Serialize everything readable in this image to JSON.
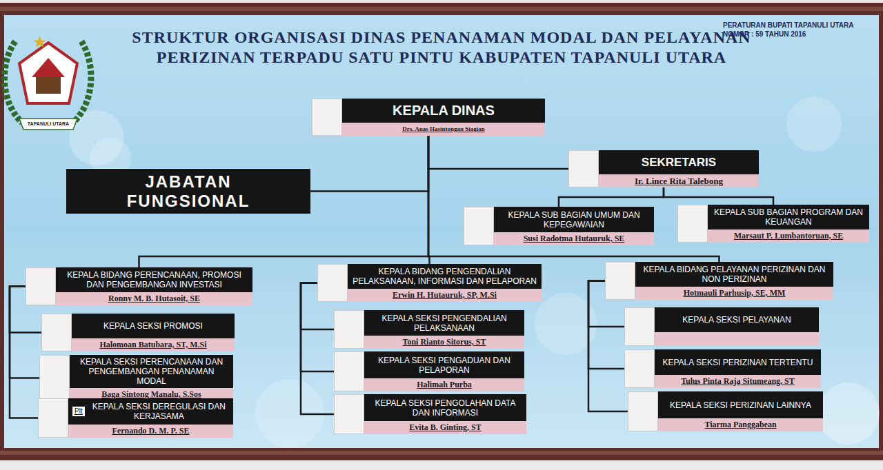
{
  "diagram": {
    "title": "STRUKTUR ORGANISASI DINAS PENANAMAN MODAL DAN PELAYANAN PERIZINAN TERPADU SATU PINTU KABUPATEN TAPANULI UTARA",
    "nodes": [
      {
        "text": [
          "KEPALA DINAS",
          "Drs. Anas Hasintongan Siagian"
        ]
      },
      {
        "text": [
          "SEKRETARIS",
          "Ir. Lince Rita Talebong"
        ]
      },
      {
        "text": [
          "JABATAN FUNGSIONAL"
        ]
      },
      {
        "text": [
          "KEPALA SUB BAGIAN UMUM DAN KEPEGAWAIAN",
          "Susi Radotma Hutauruk, SE"
        ]
      },
      {
        "text": [
          "KEPALA SUB BAGIAN PROGRAM DAN KEUANGAN",
          "Marsaut P. Lumbantoruan, SE"
        ]
      },
      {
        "text": [
          "KEPALA BIDANG PERENCANAAN, PROMOSI DAN PENGEMBANGAN INVESTASI",
          "Ronny M. B. Hutasoit, SE"
        ]
      },
      {
        "text": [
          "KEPALA BIDANG PENGENDALIAN PELAKSANAAN, INFORMASI DAN PELAPORAN",
          "Erwin H. Hutauruk, SP, M.Si"
        ]
      },
      {
        "text": [
          "KEPALA BIDANG PELAYANAN PERIZINAN DAN NON PERIZINAN",
          "Hotmauli Parhusip, SE, MM"
        ]
      },
      {
        "text": [
          "KEPALA SEKSI PROMOSI",
          "Halomoan Batubara, ST, M.Si"
        ]
      },
      {
        "text": [
          "KEPALA SEKSI PENGENDALIAN PELAKSANAAN",
          "Toni Rianto Sitorus, ST"
        ]
      },
      {
        "text": [
          "KEPALA SEKSI PELAYANAN"
        ]
      },
      {
        "text": [
          "KEPALA SEKSI PERENCANAAN DAN PENGEMBANGAN PENANAMAN MODAL",
          "Baga Sintong Manalu, S.Sos"
        ]
      },
      {
        "text": [
          "KEPALA SEKSI PENGADUAN DAN PELAPORAN",
          "Halimah Purba"
        ]
      },
      {
        "text": [
          "KEPALA SEKSI PERIZINAN TERTENTU",
          "Tulus Pinta Raja Situmeang, ST"
        ]
      },
      {
        "text": [
          "Plt",
          "KEPALA SEKSI DEREGULASI DAN KERJASAMA",
          "Fernando D. M. P. SE"
        ]
      },
      {
        "text": [
          "KEPALA SEKSI PENGOLAHAN DATA DAN INFORMASI",
          "Evita B. Ginting, ST"
        ]
      },
      {
        "text": [
          "KEPALA SEKSI PERIZINAN LAINNYA",
          "Tiarma Panggabean"
        ]
      }
    ],
    "edges": [
      {
        "from": 0,
        "to": 1,
        "arrow": "none"
      },
      {
        "from": 0,
        "to": 2,
        "arrow": "none"
      },
      {
        "from": 1,
        "to": 3,
        "arrow": "none"
      },
      {
        "from": 1,
        "to": 4,
        "arrow": "none"
      },
      {
        "from": 0,
        "to": 5,
        "arrow": "none"
      },
      {
        "from": 0,
        "to": 6,
        "arrow": "none"
      },
      {
        "from": 0,
        "to": 7,
        "arrow": "none"
      },
      {
        "from": 5,
        "to": 8,
        "arrow": "none"
      },
      {
        "from": 5,
        "to": 11,
        "arrow": "none"
      },
      {
        "from": 5,
        "to": 14,
        "arrow": "none"
      },
      {
        "from": 6,
        "to": 9,
        "arrow": "none"
      },
      {
        "from": 6,
        "to": 12,
        "arrow": "none"
      },
      {
        "from": 6,
        "to": 15,
        "arrow": "none"
      },
      {
        "from": 7,
        "to": 10,
        "arrow": "none"
      },
      {
        "from": 7,
        "to": 13,
        "arrow": "none"
      },
      {
        "from": 7,
        "to": 16,
        "arrow": "none"
      }
    ],
    "labels": [
      "PERATURAN BUPATI TAPANULI UTARA NOMOR : 59 TAHUN 2016",
      "TAPANULI UTARA"
    ]
  }
}
